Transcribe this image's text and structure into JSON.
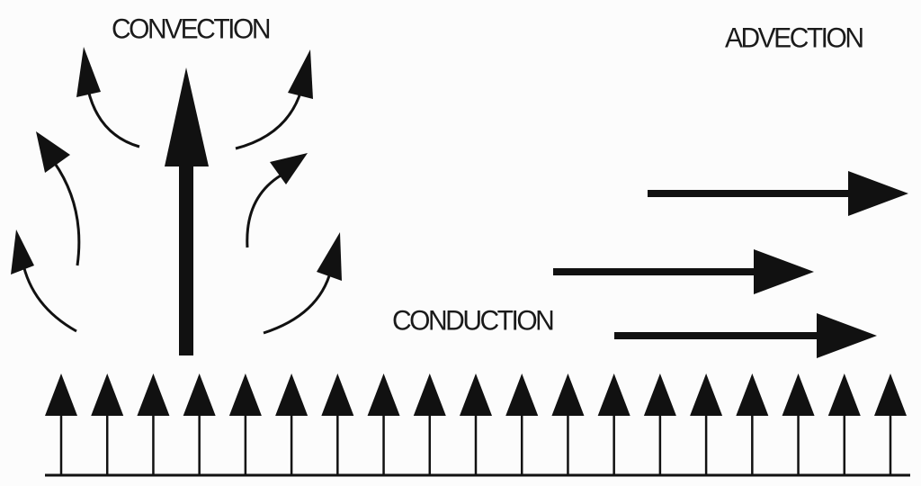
{
  "labels": {
    "convection": "CONVECTION",
    "advection": "ADVECTION",
    "conduction": "CONDUCTION"
  },
  "conduction_arrow_count": 19,
  "colors": {
    "ink": "#111111",
    "background": "#fcfcfc"
  }
}
